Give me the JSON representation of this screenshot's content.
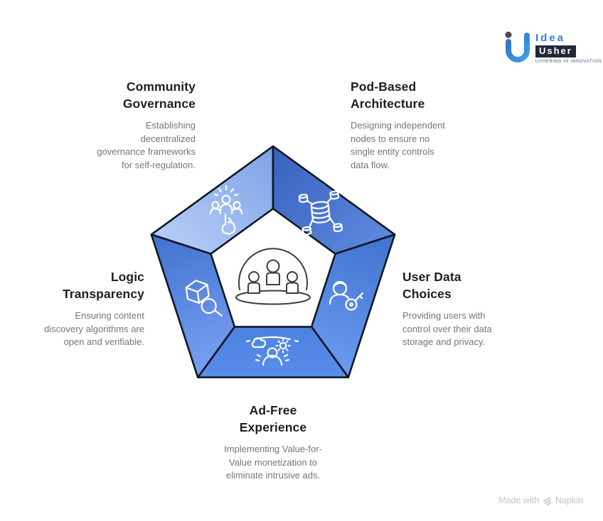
{
  "colors": {
    "outline": "#0f1724",
    "heading": "#1f1f1f",
    "description": "#757575",
    "icon_stroke": "#ffffff",
    "center_icon": "#3d3d3d",
    "seg_governance_from": "#7da2e9",
    "seg_governance_to": "#b2caf5",
    "seg_pods_from": "#3a64c2",
    "seg_pods_to": "#5e8ade",
    "seg_userdata_from": "#4175d0",
    "seg_userdata_to": "#6a9af0",
    "seg_adfree_from": "#4a81e0",
    "seg_adfree_to": "#5a8eea",
    "seg_logic_from": "#4273d0",
    "seg_logic_to": "#7aa2f2"
  },
  "segments": [
    {
      "id": "community-governance",
      "title": "Community\nGovernance",
      "description": "Establishing\ndecentralized\ngovernance frameworks\nfor self-regulation."
    },
    {
      "id": "pod-based-architecture",
      "title": "Pod-Based\nArchitecture",
      "description": "Designing independent\nnodes to ensure no\nsingle entity controls\ndata flow."
    },
    {
      "id": "user-data-choices",
      "title": "User Data\nChoices",
      "description": "Providing users with\ncontrol over their data\nstorage and privacy."
    },
    {
      "id": "ad-free-experience",
      "title": "Ad-Free\nExperience",
      "description": "Implementing Value-for-\nValue monetization to\neliminate intrusive ads."
    },
    {
      "id": "logic-transparency",
      "title": "Logic\nTransparency",
      "description": "Ensuring content\ndiscovery algorithms are\nopen and verifiable."
    }
  ],
  "logo": {
    "brand_top": "Idea",
    "brand_bottom": "Usher",
    "tagline": "USHERING IN INNOVATION"
  },
  "footer": {
    "made_with": "Made with",
    "brand": "Napkin"
  }
}
